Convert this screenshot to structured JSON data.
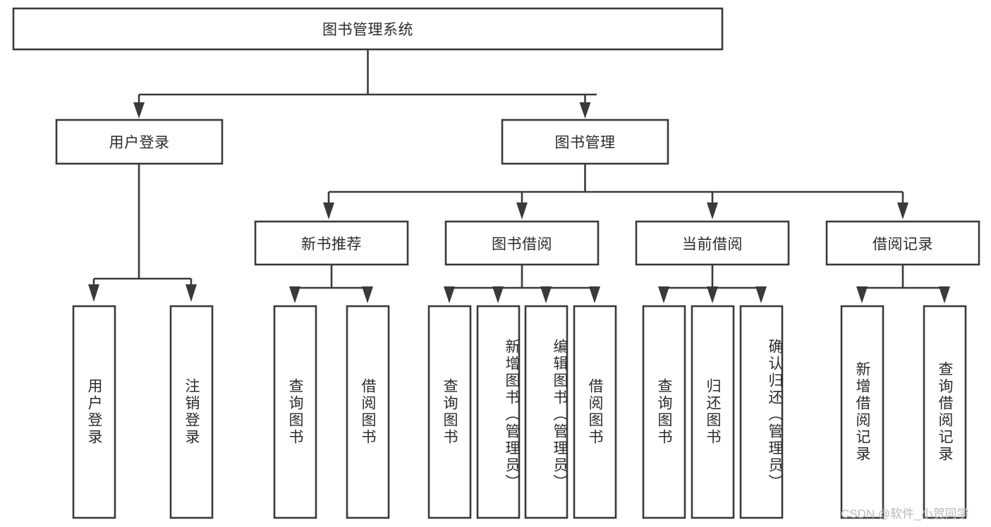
{
  "diagram": {
    "title": "图书管理系统",
    "type": "tree-hierarchy",
    "colors": {
      "stroke": "#3a3a3a",
      "fill": "#ffffff",
      "text": "#2b2b2b",
      "watermark": "#b9b9b9",
      "background": "#ffffff"
    },
    "root": {
      "label": "图书管理系统"
    },
    "level2": [
      {
        "label": "用户登录"
      },
      {
        "label": "图书管理"
      }
    ],
    "level3": [
      {
        "label": "新书推荐"
      },
      {
        "label": "图书借阅"
      },
      {
        "label": "当前借阅"
      },
      {
        "label": "借阅记录"
      }
    ],
    "leaves": {
      "user_login": [
        {
          "label": "用户登录"
        },
        {
          "label": "注销登录"
        }
      ],
      "new_book_recommend": [
        {
          "label": "查询图书"
        },
        {
          "label": "借阅图书"
        }
      ],
      "book_borrow": [
        {
          "label": "查询图书"
        },
        {
          "label": "新增图书（管理员）"
        },
        {
          "label": "编辑图书（管理员）"
        },
        {
          "label": "借阅图书"
        }
      ],
      "current_borrow": [
        {
          "label": "查询图书"
        },
        {
          "label": "归还图书"
        },
        {
          "label": "确认归还（管理员）"
        }
      ],
      "borrow_record": [
        {
          "label": "新增借阅记录"
        },
        {
          "label": "查询借阅记录"
        }
      ]
    }
  },
  "watermark": {
    "text": "CSDN @软件_小贺同学"
  }
}
